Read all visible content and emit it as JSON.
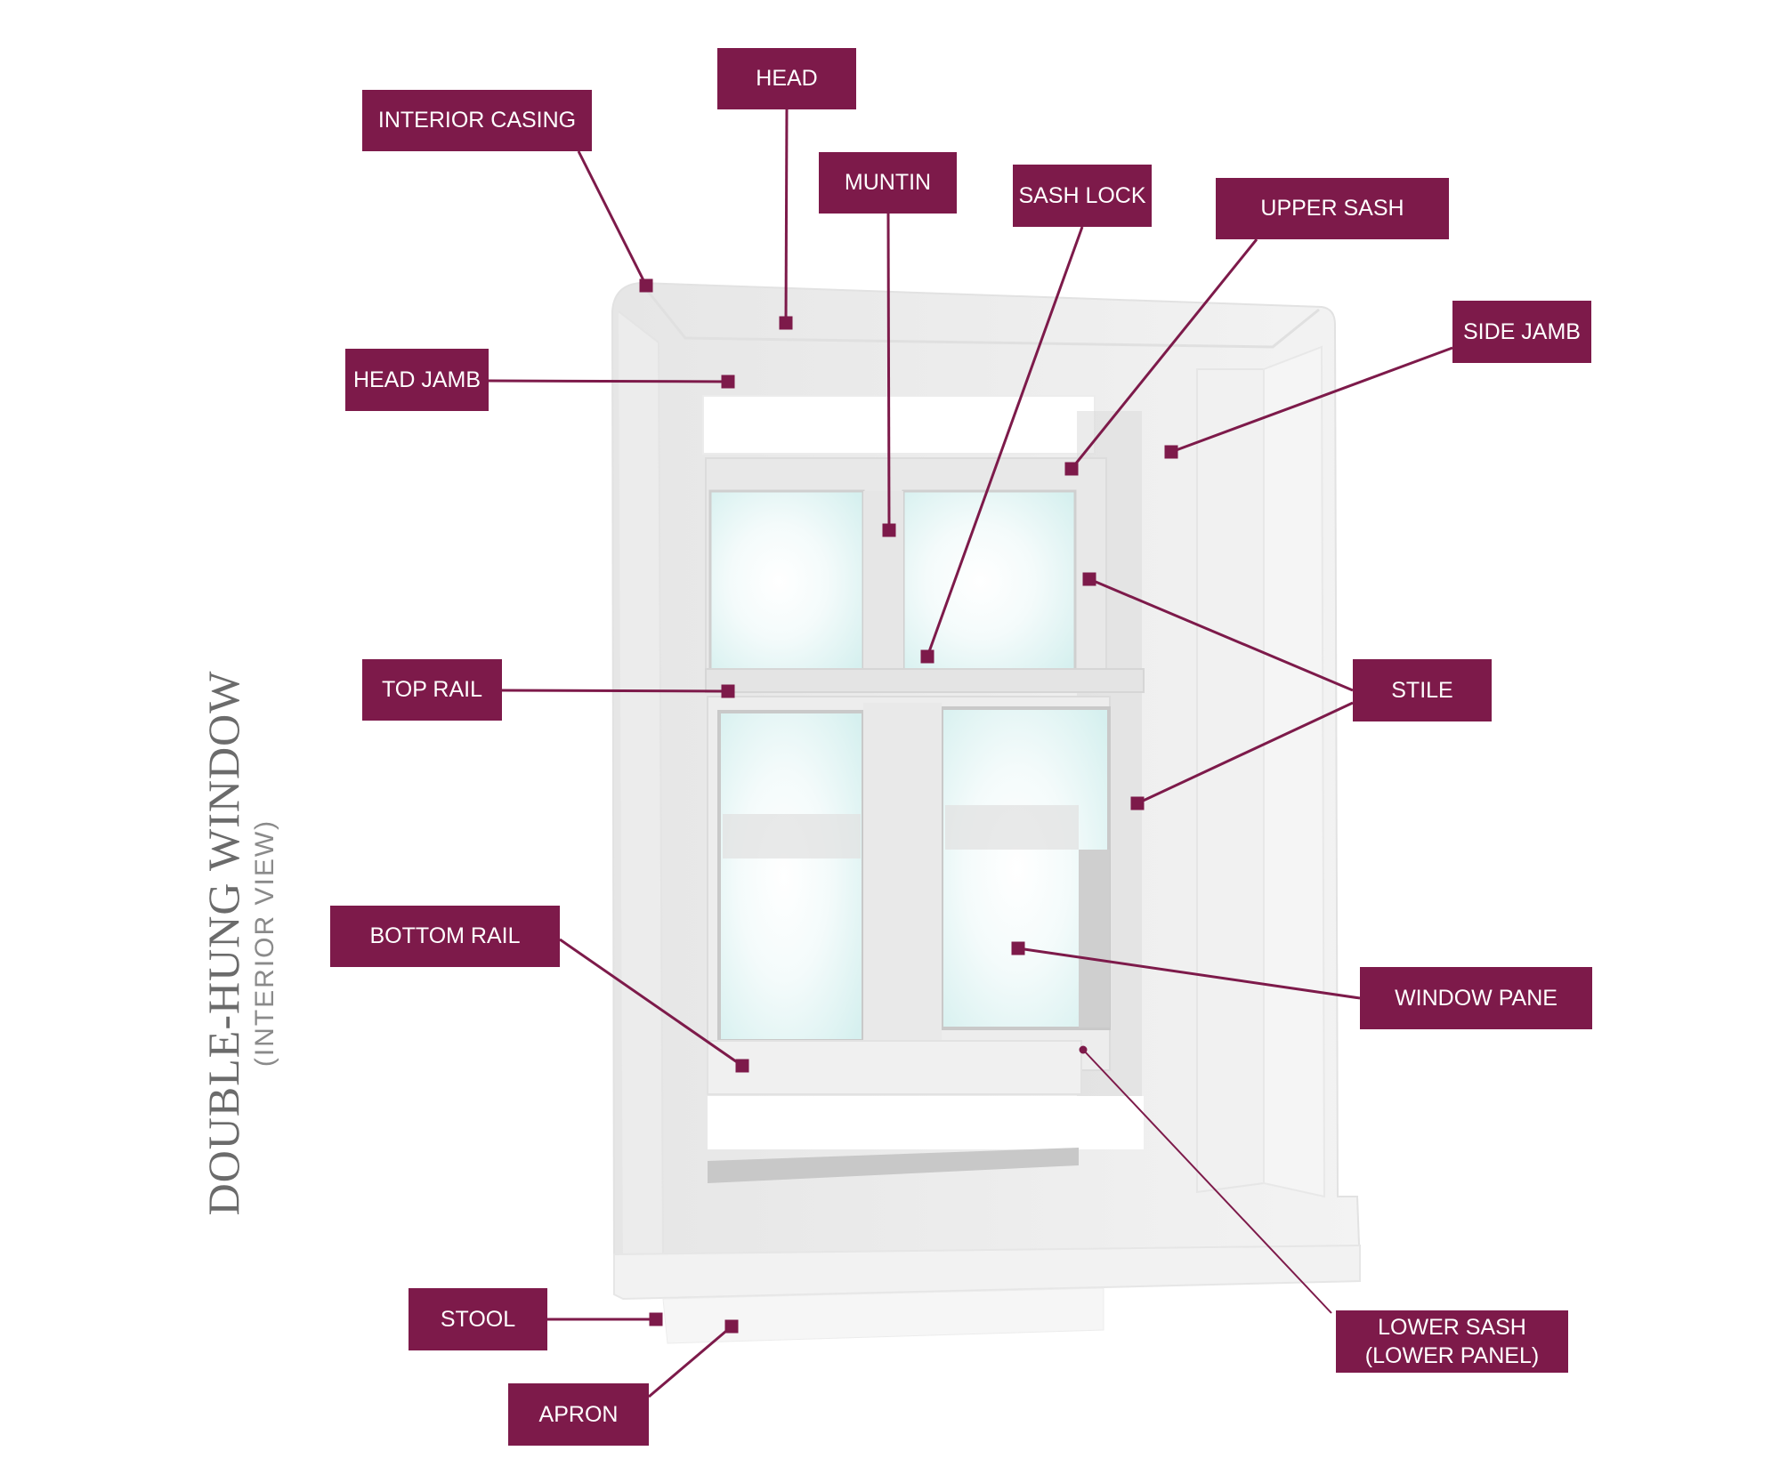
{
  "title": {
    "main": "DOUBLE-HUNG WINDOW",
    "sub": "(INTERIOR VIEW)"
  },
  "colors": {
    "label_bg": "#7d1a4a",
    "label_text": "#ffffff",
    "leader": "#7d1a4a",
    "glass": "#dff4f3",
    "frame": "#efefef"
  },
  "labels": {
    "head": "HEAD",
    "interior_casing": "INTERIOR CASING",
    "muntin": "MUNTIN",
    "sash_lock": "SASH LOCK",
    "upper_sash": "UPPER SASH",
    "side_jamb": "SIDE JAMB",
    "head_jamb": "HEAD JAMB",
    "top_rail": "TOP RAIL",
    "stile": "STILE",
    "bottom_rail": "BOTTOM RAIL",
    "window_pane": "WINDOW PANE",
    "lower_sash": "LOWER SASH\n(LOWER PANEL)",
    "stool": "STOOL",
    "apron": "APRON"
  }
}
